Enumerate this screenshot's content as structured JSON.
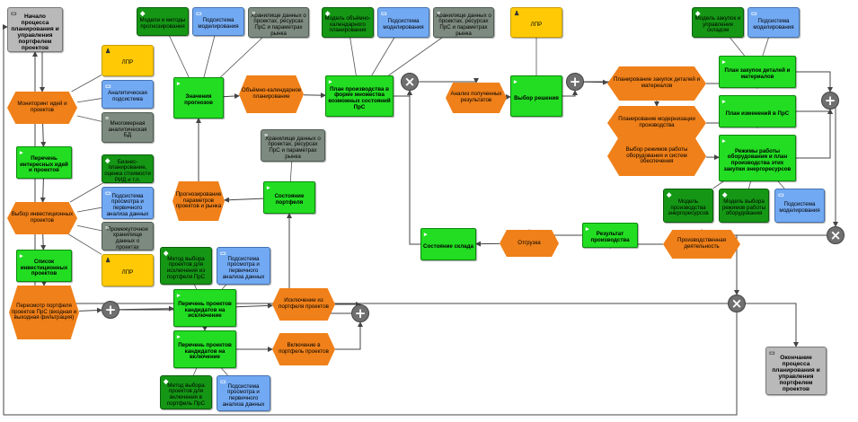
{
  "diagram": {
    "nodes": [
      {
        "id": "start",
        "kind": "term",
        "text": "Начало процесса планирования и управления портфелем проектов"
      },
      {
        "id": "e_monitor",
        "kind": "event",
        "text": "Мониторинг идей и проектов"
      },
      {
        "id": "f_ideas",
        "kind": "func",
        "text": "Перечень интересных идей и проектов"
      },
      {
        "id": "e_choose_inv",
        "kind": "event",
        "text": "Выбор инвестиционных проектов"
      },
      {
        "id": "f_inv_list",
        "kind": "func",
        "text": "Список инвестиционных проектов"
      },
      {
        "id": "e_review",
        "kind": "event",
        "text": "Пересмотр портфеля проектов ПрС (входная и выходная фильтрация)"
      },
      {
        "id": "lpr1",
        "kind": "role",
        "text": "ЛПР"
      },
      {
        "id": "sys_analytic",
        "kind": "sys",
        "text": "Аналитическая подсистема"
      },
      {
        "id": "db_multidim",
        "kind": "db",
        "text": "Многомерная аналитическая БД"
      },
      {
        "id": "m_bizplan",
        "kind": "model",
        "text": "Бизнес-планирование, оценка стоимости РИД и т.п."
      },
      {
        "id": "sys_view1",
        "kind": "sys",
        "text": "Подсистема просмотра и первичного анализа данных"
      },
      {
        "id": "db_interim",
        "kind": "db",
        "text": "Промежуточное хранилище данных о проектах"
      },
      {
        "id": "lpr2",
        "kind": "role",
        "text": "ЛПР"
      },
      {
        "id": "m_excl_method",
        "kind": "model",
        "text": "Метод выбора проектов для исключения из портфеля ПрС"
      },
      {
        "id": "sys_view2",
        "kind": "sys",
        "text": "Подсистема просмотра и первичного анализа данных"
      },
      {
        "id": "f_excl_cand",
        "kind": "func",
        "text": "Перечень проектов кандидатов на исключение"
      },
      {
        "id": "f_incl_cand",
        "kind": "func",
        "text": "Перечень проектов кандидатов на включение"
      },
      {
        "id": "e_exclude",
        "kind": "event",
        "text": "Исключение из портфеля проектов"
      },
      {
        "id": "e_include",
        "kind": "event",
        "text": "Включение в портфель проектов"
      },
      {
        "id": "m_incl_method",
        "kind": "model",
        "text": "Метод выбора проектов для включения в портфель ПрС"
      },
      {
        "id": "sys_view3",
        "kind": "sys",
        "text": "Подсистема просмотра и первичного анализа данных"
      },
      {
        "id": "m_forecast_models",
        "kind": "model",
        "text": "Модели и методы прогнозирования"
      },
      {
        "id": "sys_model1",
        "kind": "sys",
        "text": "Подсистема моделирования"
      },
      {
        "id": "db_store1",
        "kind": "db",
        "text": "Хранилище данных о проектах, ресурсах ПрС и параметрах рынка"
      },
      {
        "id": "f_forecast_vals",
        "kind": "func",
        "text": "Значения прогнозов"
      },
      {
        "id": "e_volcal",
        "kind": "event",
        "text": "Объёмно-календарное планирование"
      },
      {
        "id": "m_volcal",
        "kind": "model",
        "text": "Модель объёмно-календарного планирования"
      },
      {
        "id": "sys_model2",
        "kind": "sys",
        "text": "Подсистема моделирования"
      },
      {
        "id": "db_store2",
        "kind": "db",
        "text": "Хранилище данных о проектах, ресурсах ПрС и параметрах рынка"
      },
      {
        "id": "f_plan_set",
        "kind": "func",
        "text": "План производства в форме множества возможных состояний ПрС"
      },
      {
        "id": "db_store3",
        "kind": "db",
        "text": "Хранилище данных о проектах, ресурсах ПрС и параметрах рынка"
      },
      {
        "id": "f_portfolio_state",
        "kind": "func",
        "text": "Состояние портфеля"
      },
      {
        "id": "e_forecast_params",
        "kind": "event",
        "text": "Прогнозирование параметров проектов и рынка"
      },
      {
        "id": "e_analysis",
        "kind": "event",
        "text": "Анализ полученных результатов"
      },
      {
        "id": "lpr3",
        "kind": "role",
        "text": "ЛПР"
      },
      {
        "id": "f_decision",
        "kind": "func",
        "text": "Выбор решения"
      },
      {
        "id": "m_purchase",
        "kind": "model",
        "text": "Модель закупок и управления складом"
      },
      {
        "id": "sys_model3",
        "kind": "sys",
        "text": "Подсистема моделирования"
      },
      {
        "id": "e_plan_purchase",
        "kind": "event",
        "text": "Планирование закупок деталей и материалов"
      },
      {
        "id": "f_purchase_plan",
        "kind": "func",
        "text": "План закупок деталей и материалов"
      },
      {
        "id": "e_plan_modern",
        "kind": "event",
        "text": "Планирование модернизации производства"
      },
      {
        "id": "f_change_plan",
        "kind": "func",
        "text": "План изменений в ПрС"
      },
      {
        "id": "e_mode_select",
        "kind": "event",
        "text": "Выбор режимов работы оборудования и систем обеспечения"
      },
      {
        "id": "f_modes",
        "kind": "func",
        "text": "Режимы работы оборудования и план производства этих закупки энергоресурсов"
      },
      {
        "id": "m_energy",
        "kind": "model",
        "text": "Модель производства энергоресурсов"
      },
      {
        "id": "m_modes",
        "kind": "model",
        "text": "Модель выбора режимов работы оборудования"
      },
      {
        "id": "sys_model4",
        "kind": "sys",
        "text": "Подсистема моделирования"
      },
      {
        "id": "e_production",
        "kind": "event",
        "text": "Производственная деятельность"
      },
      {
        "id": "f_prod_result",
        "kind": "func",
        "text": "Результат производства"
      },
      {
        "id": "e_shipment",
        "kind": "event",
        "text": "Отгрузка"
      },
      {
        "id": "f_warehouse",
        "kind": "func",
        "text": "Состояние склада"
      },
      {
        "id": "end",
        "kind": "term",
        "text": "Окончание процесса планирования и управления портфелем проектов"
      }
    ],
    "gates": [
      {
        "id": "g_and1",
        "symbol": "+"
      },
      {
        "id": "g_and2",
        "symbol": "+"
      },
      {
        "id": "g_xor1",
        "symbol": "×"
      },
      {
        "id": "g_and3",
        "symbol": "+"
      },
      {
        "id": "g_and4",
        "symbol": "+"
      },
      {
        "id": "g_xor2",
        "symbol": "×"
      },
      {
        "id": "g_xor3",
        "symbol": "×"
      }
    ],
    "edges": [
      [
        "start",
        "e_monitor"
      ],
      [
        "e_monitor",
        "f_ideas"
      ],
      [
        "f_ideas",
        "e_choose_inv"
      ],
      [
        "e_choose_inv",
        "f_inv_list"
      ],
      [
        "f_inv_list",
        "e_review"
      ],
      [
        "e_review",
        "g_and1"
      ],
      [
        "g_and1",
        "f_excl_cand"
      ],
      [
        "g_and1",
        "f_incl_cand"
      ],
      [
        "f_excl_cand",
        "e_exclude"
      ],
      [
        "f_incl_cand",
        "e_include"
      ],
      [
        "e_exclude",
        "g_and2"
      ],
      [
        "e_include",
        "g_and2"
      ],
      [
        "g_and2",
        "f_portfolio_state"
      ],
      [
        "f_portfolio_state",
        "e_forecast_params"
      ],
      [
        "e_forecast_params",
        "f_forecast_vals"
      ],
      [
        "f_forecast_vals",
        "e_volcal"
      ],
      [
        "e_volcal",
        "f_plan_set"
      ],
      [
        "f_plan_set",
        "g_xor1"
      ],
      [
        "g_xor1",
        "e_analysis"
      ],
      [
        "e_analysis",
        "f_decision"
      ],
      [
        "f_decision",
        "g_and3"
      ],
      [
        "g_and3",
        "e_plan_purchase"
      ],
      [
        "g_and3",
        "e_plan_modern"
      ],
      [
        "g_and3",
        "e_mode_select"
      ],
      [
        "e_plan_purchase",
        "f_purchase_plan"
      ],
      [
        "e_plan_modern",
        "f_change_plan"
      ],
      [
        "e_mode_select",
        "f_modes"
      ],
      [
        "f_purchase_plan",
        "g_and4"
      ],
      [
        "f_change_plan",
        "g_and4"
      ],
      [
        "f_modes",
        "g_and4"
      ],
      [
        "g_and4",
        "g_xor2"
      ],
      [
        "g_xor2",
        "e_production"
      ],
      [
        "e_production",
        "f_prod_result"
      ],
      [
        "f_prod_result",
        "e_shipment"
      ],
      [
        "e_shipment",
        "f_warehouse"
      ],
      [
        "f_warehouse",
        "g_xor1"
      ],
      [
        "g_xor2",
        "g_xor3"
      ],
      [
        "g_xor3",
        "end"
      ],
      [
        "g_xor3",
        "start"
      ]
    ]
  }
}
